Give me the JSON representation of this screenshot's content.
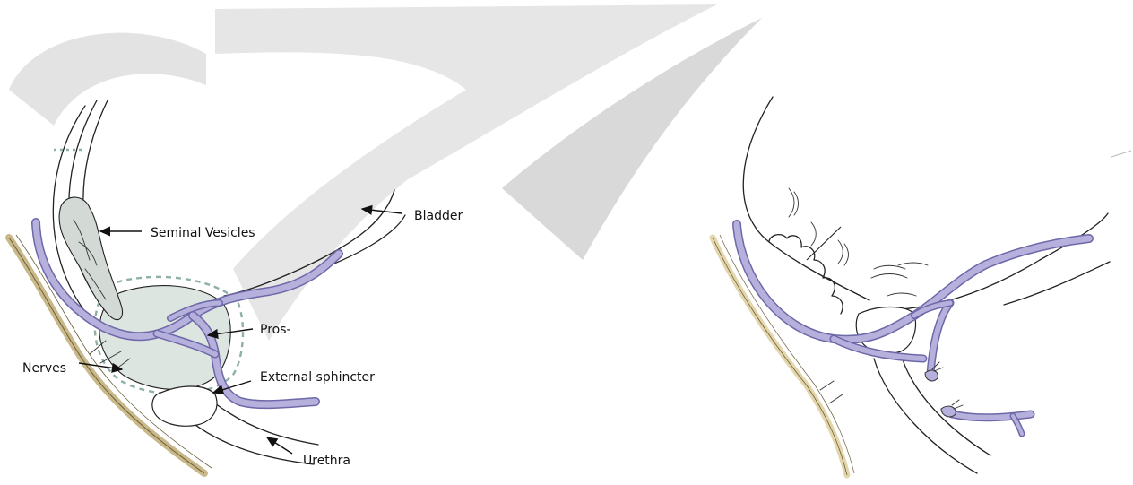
{
  "labels": {
    "bladder": "Bladder",
    "seminal_vesicles": "Seminal Vesicles",
    "pros": "Pros-",
    "nerves": "Nerves",
    "external_sphincter": "External sphincter",
    "urethra": "Urethra"
  },
  "colors": {
    "vein_fill": "#b6b0dd",
    "vein_edge": "#6d68a8",
    "prostate_fill": "#dde5e0",
    "vesicle_fill": "#d3dad6",
    "dotted_outline": "#8fb0a6",
    "nerve": "#c9b98a",
    "watermark": "#dcdcdc",
    "ink": "#222222"
  },
  "icons": {
    "ligature": "ligature-knot-icon"
  }
}
